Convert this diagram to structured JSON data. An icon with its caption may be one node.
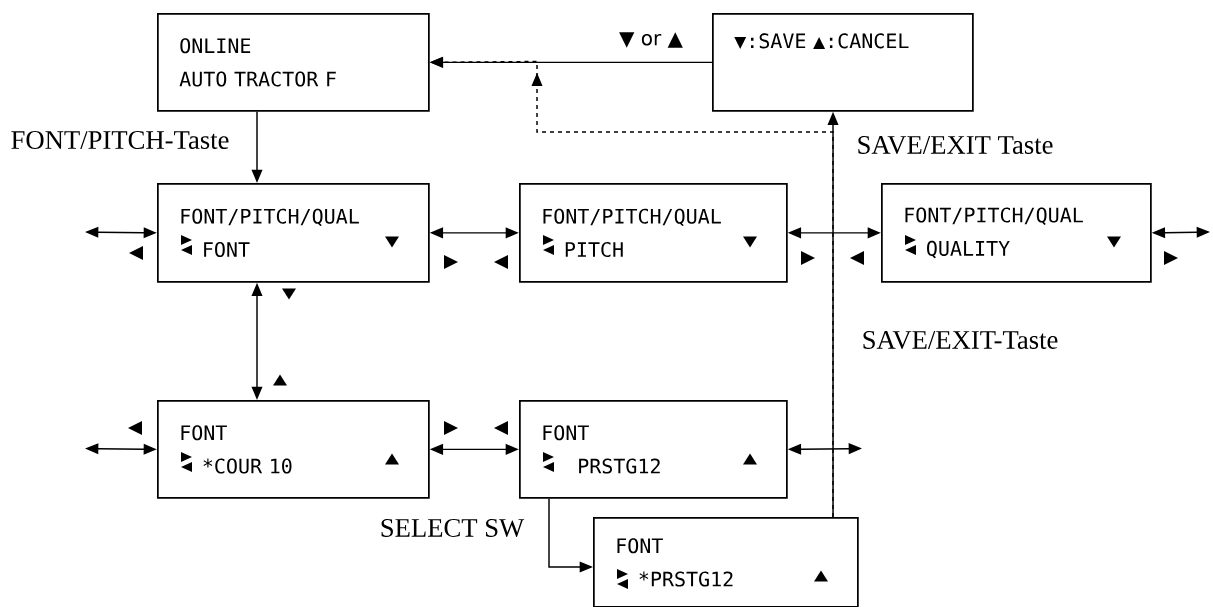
{
  "diagram": {
    "nodes": [
      {
        "text": [
          "ONLINE",
          "AUTO TRACTOR F"
        ]
      },
      {
        "text": [
          "▼:SAVE ▲:CANCEL"
        ]
      },
      {
        "text": [
          "FONT/PITCH/QUAL",
          "FONT"
        ]
      },
      {
        "text": [
          "FONT/PITCH/QUAL",
          "PITCH"
        ]
      },
      {
        "text": [
          "FONT/PITCH/QUAL",
          "QUALITY"
        ]
      },
      {
        "text": [
          "FONT",
          "*COUR 10"
        ]
      },
      {
        "text": [
          "FONT",
          "PRSTG12"
        ]
      },
      {
        "text": [
          "FONT",
          "*PRSTG12"
        ]
      }
    ],
    "edges": [
      {
        "from": 0,
        "to": 2,
        "arrow": "to",
        "label": "FONT/PITCH-Taste"
      },
      {
        "from": 1,
        "to": 0,
        "arrow": "to",
        "label": "▼ or ▲"
      },
      {
        "from": 7,
        "to": 1,
        "arrow": "to",
        "label": "SAVE/EXIT-Taste"
      },
      {
        "from": 7,
        "to": 0,
        "arrow": "to",
        "style": "dashed",
        "label": "SAVE/EXIT Taste"
      },
      {
        "from": 6,
        "to": 7,
        "arrow": "to",
        "label": "SELECT SW"
      },
      {
        "from": 2,
        "to": 3,
        "arrow": "both"
      },
      {
        "from": 3,
        "to": 4,
        "arrow": "both"
      },
      {
        "from": 2,
        "to": 5,
        "arrow": "both"
      },
      {
        "from": 5,
        "to": 6,
        "arrow": "both"
      },
      {
        "from": null,
        "to": 2,
        "arrow": "both"
      },
      {
        "from": 4,
        "to": null,
        "arrow": "both"
      },
      {
        "from": null,
        "to": 5,
        "arrow": "both"
      },
      {
        "from": 6,
        "to": null,
        "arrow": "both"
      }
    ]
  }
}
